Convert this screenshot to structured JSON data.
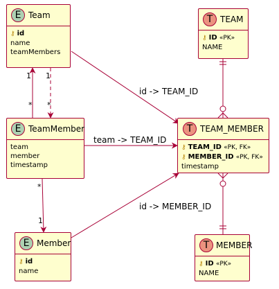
{
  "colors": {
    "border": "#A80036",
    "fill": "#FEFECE",
    "entity_badge": "#ADD1B2",
    "table_badge": "#EB937F",
    "line": "#A80036",
    "key_icon": "#B8860B"
  },
  "icons": {
    "key": "key-icon"
  },
  "entities": {
    "team": {
      "badge": "E",
      "name": "Team",
      "attrs": {
        "a0": "id",
        "a1": "name",
        "a2": "teamMembers"
      }
    },
    "teammember": {
      "badge": "E",
      "name": "TeamMember",
      "attrs": {
        "a0": "team",
        "a1": "member",
        "a2": "timestamp"
      }
    },
    "member": {
      "badge": "E",
      "name": "Member",
      "attrs": {
        "a0": "id",
        "a1": "name"
      }
    }
  },
  "tables": {
    "team": {
      "badge": "T",
      "name": "TEAM",
      "c0": {
        "name": "ID",
        "tag": "«PK»"
      },
      "c1": {
        "name": "NAME"
      }
    },
    "team_member": {
      "badge": "T",
      "name": "TEAM_MEMBER",
      "c0": {
        "name": "TEAM_ID",
        "tag": "«PK, FK»"
      },
      "c1": {
        "name": "MEMBER_ID",
        "tag": "«PK, FK»"
      },
      "c2": {
        "name": "timestamp"
      }
    },
    "member": {
      "badge": "T",
      "name": "MEMBER",
      "c0": {
        "name": "ID",
        "tag": "«PK»"
      },
      "c1": {
        "name": "NAME"
      }
    }
  },
  "relations": {
    "team_to_team_member": "id -> TEAM_ID",
    "teammember_to_team_member": "team -> TEAM_ID",
    "member_to_team_member": "id -> MEMBER_ID"
  },
  "multiplicities": {
    "team_side": "1",
    "teammember_side": "*",
    "team_side_dashed": "1",
    "teammember_side_dashed": "*",
    "teammember_to_member": "*",
    "member_side": "1"
  }
}
